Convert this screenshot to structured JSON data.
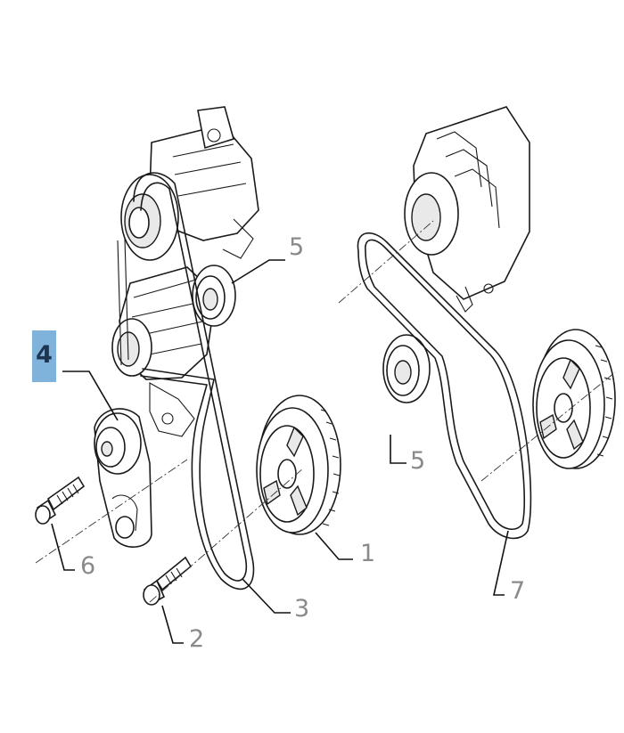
{
  "callouts": {
    "c1": "1",
    "c2": "2",
    "c3": "3",
    "c4": "4",
    "c5a": "5",
    "c5b": "5",
    "c6": "6",
    "c7": "7"
  },
  "colors": {
    "highlight": "#7fb3db",
    "highlight_text": "#1d3550",
    "callout_text": "#8a8a8a",
    "line": "#1a1a1a"
  }
}
